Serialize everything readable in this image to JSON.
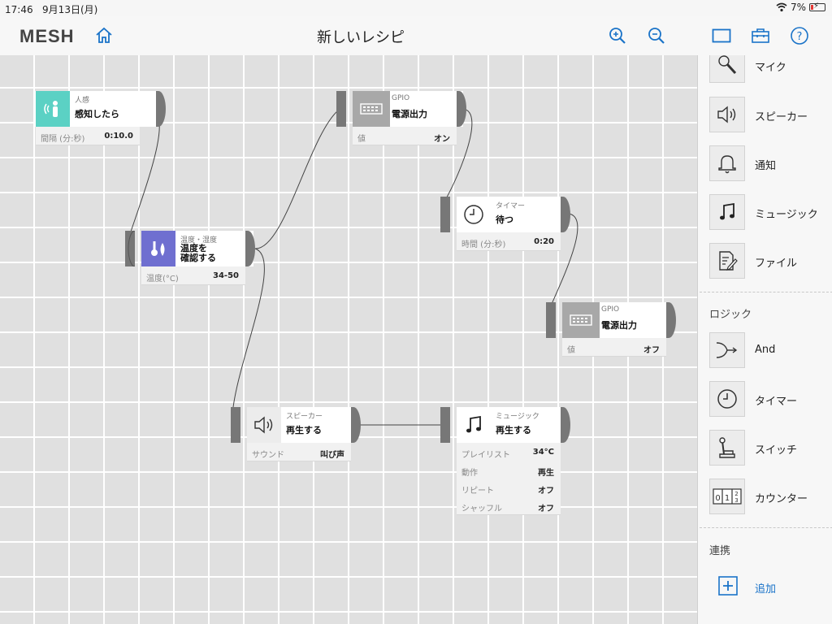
{
  "status": {
    "time": "17:46",
    "date": "9月13日(月)",
    "battery": "7%"
  },
  "header": {
    "logo": "MESH",
    "title": "新しいレシピ"
  },
  "blocks": {
    "motion": {
      "type": "人感",
      "action": "感知したら",
      "props": [
        {
          "k": "間隔 (分:秒)",
          "v": "0:10.0"
        }
      ]
    },
    "temp": {
      "type": "温度・湿度",
      "action_line1": "温度を",
      "action_line2": "確認する",
      "props": [
        {
          "k": "温度(°C)",
          "v": "34-50"
        }
      ]
    },
    "gpio1": {
      "type": "GPIO",
      "action": "電源出力",
      "props": [
        {
          "k": "値",
          "v": "オン"
        }
      ]
    },
    "timer": {
      "type": "タイマー",
      "action": "待つ",
      "props": [
        {
          "k": "時間 (分:秒)",
          "v": "0:20"
        }
      ]
    },
    "gpio2": {
      "type": "GPIO",
      "action": "電源出力",
      "props": [
        {
          "k": "値",
          "v": "オフ"
        }
      ]
    },
    "speaker": {
      "type": "スピーカー",
      "action": "再生する",
      "props": [
        {
          "k": "サウンド",
          "v": "叫び声"
        }
      ]
    },
    "music": {
      "type": "ミュージック",
      "action": "再生する",
      "props": [
        {
          "k": "プレイリスト",
          "v": "34°C"
        },
        {
          "k": "動作",
          "v": "再生"
        },
        {
          "k": "リピート",
          "v": "オフ"
        },
        {
          "k": "シャッフル",
          "v": "オフ"
        }
      ]
    }
  },
  "sidebar": {
    "devices": [
      "マイク",
      "スピーカー",
      "通知",
      "ミュージック",
      "ファイル"
    ],
    "logic_title": "ロジック",
    "logic": [
      "And",
      "タイマー",
      "スイッチ",
      "カウンター"
    ],
    "link_title": "連携",
    "add_label": "追加"
  },
  "colors": {
    "accent": "#1a73c8",
    "motion": "#5bd1c4",
    "temp": "#6f6fd0"
  }
}
